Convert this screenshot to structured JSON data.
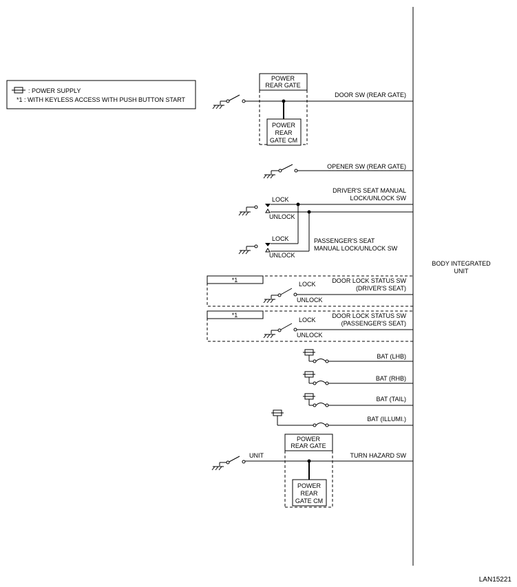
{
  "legend": {
    "power_supply": ": POWER SUPPLY",
    "note_1": "*1  : WITH KEYLESS ACCESS WITH PUSH BUTTON START"
  },
  "unit": {
    "line1": "BODY INTEGRATED",
    "line2": "UNIT"
  },
  "power_rear_gate_box": {
    "line1": "POWER",
    "line2": "REAR GATE"
  },
  "power_rear_gate_cm": {
    "line1": "POWER",
    "line2": "REAR",
    "line3": "GATE CM"
  },
  "power_rear_gate_box_2": {
    "line1": "POWER",
    "line2": "REAR GATE"
  },
  "power_rear_gate_cm_2": {
    "line1": "POWER",
    "line2": "REAR",
    "line3": "GATE CM"
  },
  "signals": {
    "door_sw_rear_gate": "DOOR SW (REAR GATE)",
    "opener_sw": "OPENER SW (REAR GATE)",
    "driver_manual_1": "DRIVER'S SEAT MANUAL",
    "driver_manual_2": "LOCK/UNLOCK SW",
    "passenger_manual_1": "PASSENGER'S SEAT",
    "passenger_manual_2": "MANUAL LOCK/UNLOCK SW",
    "lock_status_driver_1": "DOOR LOCK STATUS SW",
    "lock_status_driver_2": "(DRIVER'S SEAT)",
    "lock_status_pass_1": "DOOR LOCK STATUS SW",
    "lock_status_pass_2": "(PASSENGER'S SEAT)",
    "bat_lhb": "BAT (LHB)",
    "bat_rhb": "BAT (RHB)",
    "bat_tail": "BAT (TAIL)",
    "bat_illumi": "BAT (ILLUMI.)",
    "turn_hazard_sw": "TURN HAZARD SW"
  },
  "switch_labels": {
    "lock_a": "LOCK",
    "unlock_a": "UNLOCK",
    "lock_b": "LOCK",
    "unlock_b": "UNLOCK",
    "lock_c": "LOCK",
    "unlock_c": "UNLOCK",
    "lock_d": "LOCK",
    "unlock_d": "UNLOCK",
    "unit": "UNIT"
  },
  "notes": {
    "star1_a": "*1",
    "star1_b": "*1"
  },
  "figure_id": "LAN15221"
}
